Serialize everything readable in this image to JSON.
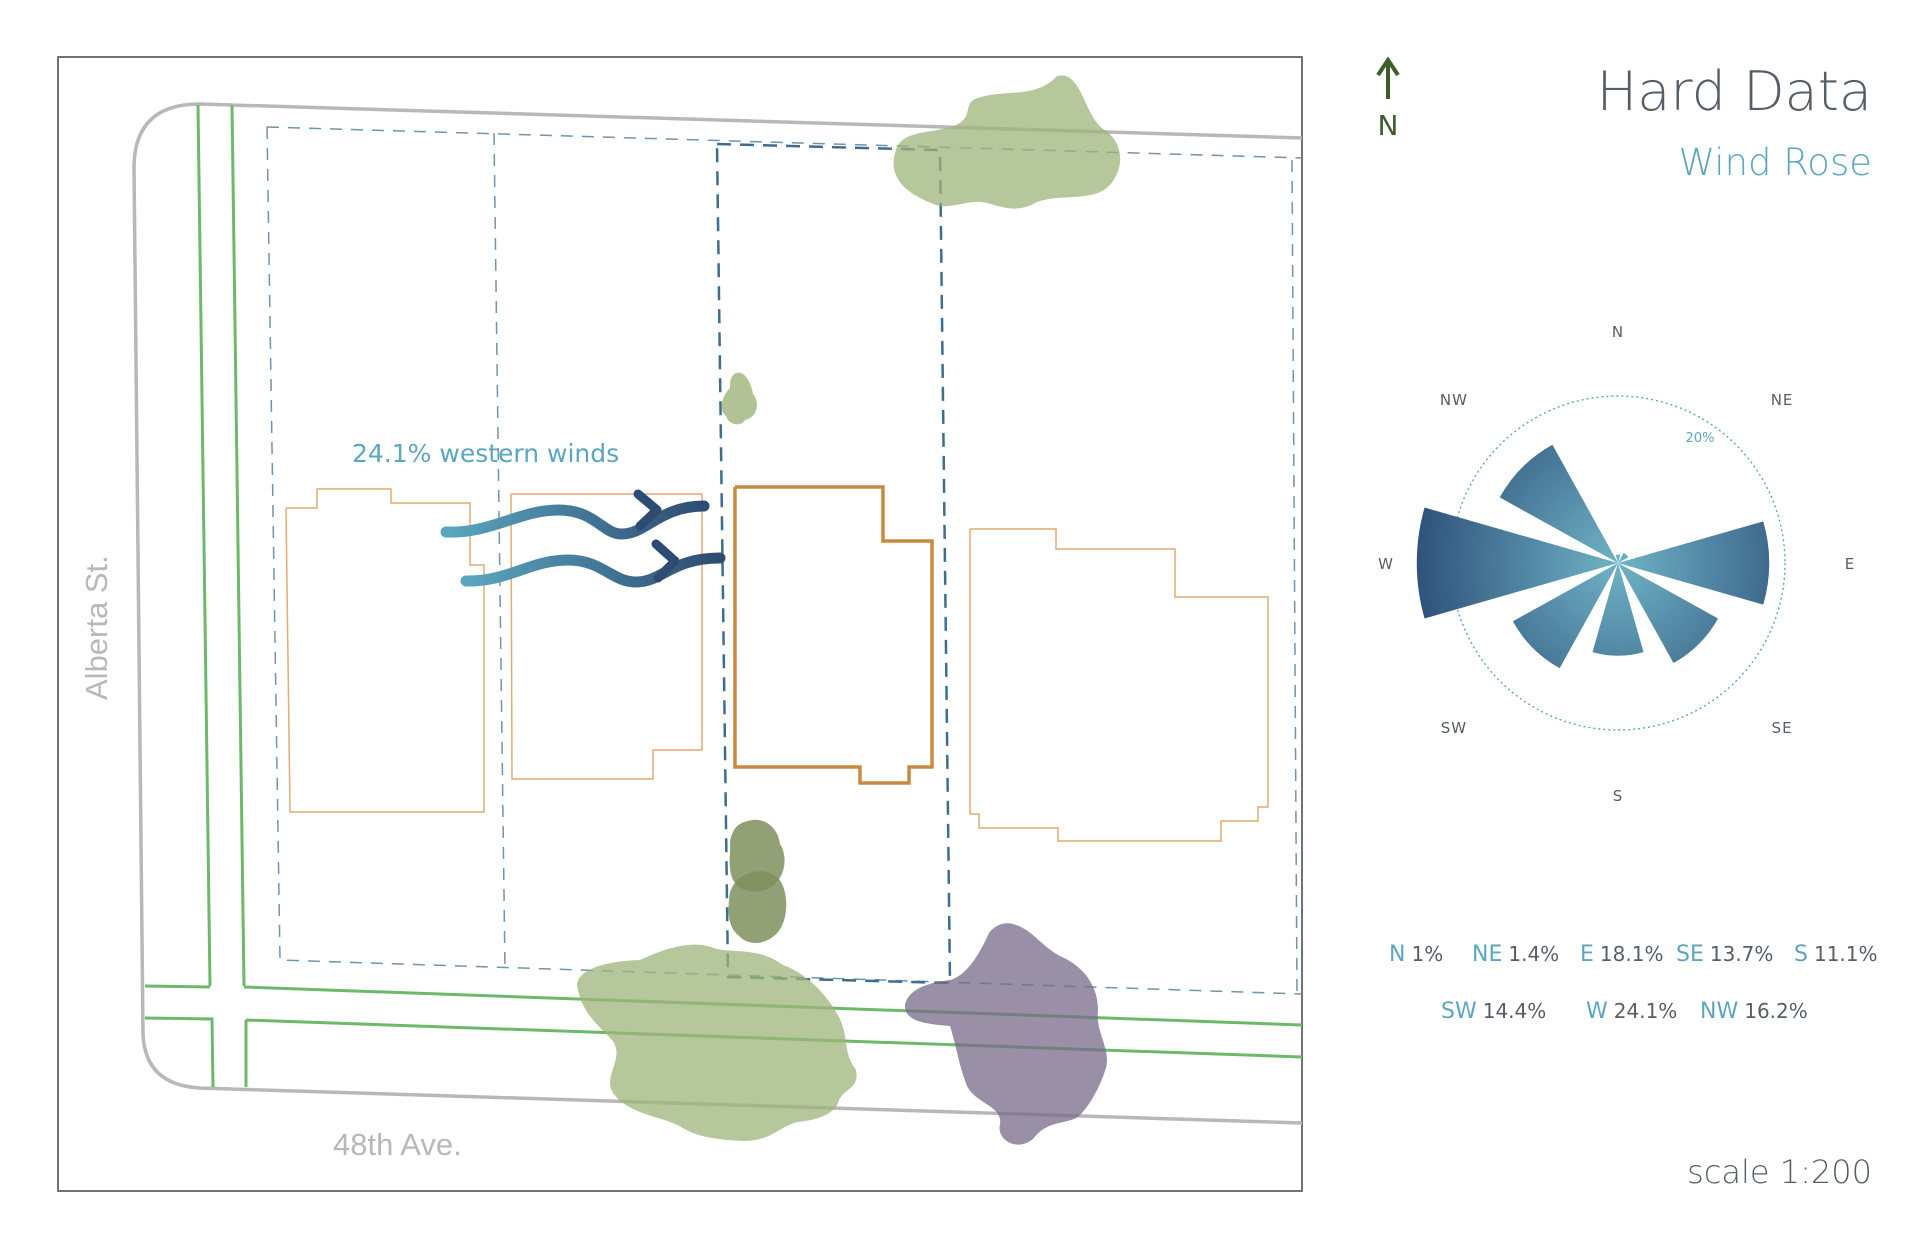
{
  "header": {
    "title": "Hard Data",
    "subtitle": "Wind Rose",
    "north_label": "N",
    "scale": "scale 1:200"
  },
  "map": {
    "street_vertical": "Alberta St.",
    "street_horizontal": "48th Ave.",
    "wind_annotation": "24.1% western winds"
  },
  "wind_rose": {
    "ring_label": "20%",
    "directions": [
      {
        "code": "N",
        "label": "N",
        "percent": 1,
        "value": "1%"
      },
      {
        "code": "NE",
        "label": "NE",
        "percent": 1.4,
        "value": "1.4%"
      },
      {
        "code": "E",
        "label": "E",
        "percent": 18.1,
        "value": "18.1%"
      },
      {
        "code": "SE",
        "label": "SE",
        "percent": 13.7,
        "value": "13.7%"
      },
      {
        "code": "S",
        "label": "S",
        "percent": 11.1,
        "value": "11.1%"
      },
      {
        "code": "SW",
        "label": "SW",
        "percent": 14.4,
        "value": "14.4%"
      },
      {
        "code": "W",
        "label": "W",
        "percent": 24.1,
        "value": "24.1%"
      },
      {
        "code": "NW",
        "label": "NW",
        "percent": 16.2,
        "value": "16.2%"
      }
    ]
  },
  "colors": {
    "street_grey": "#b8b8b8",
    "curb_green": "#6db86a",
    "lot_dashed": "#6f94ad",
    "lot_highlight": "#3f6d8c",
    "footprint": "#e2ab72",
    "footprint_highlight": "#c98a3e",
    "tree_green": "#9db47a",
    "tree_purple": "#77698a",
    "wind_light": "#5aa6bf",
    "wind_dark": "#2e4c72",
    "title_text": "#555e66",
    "accent_teal": "#5aa6bf",
    "north_arrow": "#3f5d2a"
  }
}
